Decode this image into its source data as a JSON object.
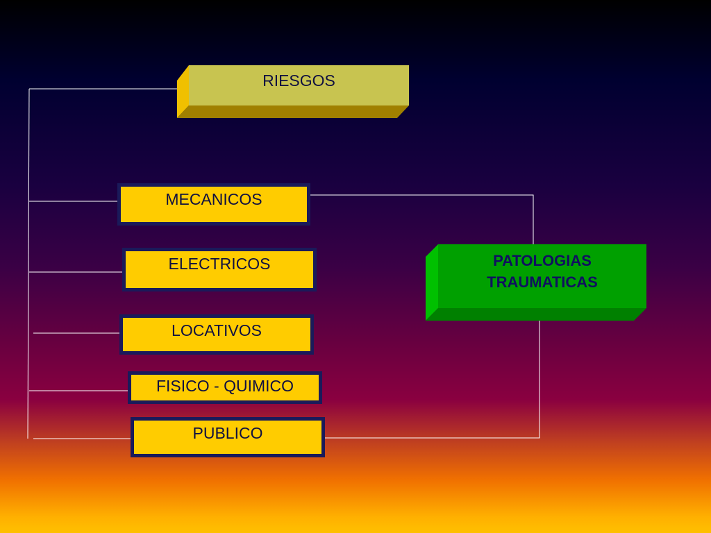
{
  "root": {
    "label": "RIESGOS",
    "face_color": "#c8c450",
    "side_color": "#f0c000",
    "bottom_color": "#a08000"
  },
  "categories": [
    {
      "label": "MECANICOS"
    },
    {
      "label": "ELECTRICOS"
    },
    {
      "label": "LOCATIVOS"
    },
    {
      "label": "FISICO - QUIMICO"
    },
    {
      "label": "PUBLICO"
    }
  ],
  "category_style": {
    "fill_color": "#ffcc00",
    "border_color": "#1a1a5a"
  },
  "outcome": {
    "label_line1": "PATOLOGIAS",
    "label_line2": "TRAUMATICAS",
    "face_color": "#00a000",
    "side_color": "#00c000",
    "bottom_color": "#008000"
  },
  "connector_color": "#ffffff"
}
